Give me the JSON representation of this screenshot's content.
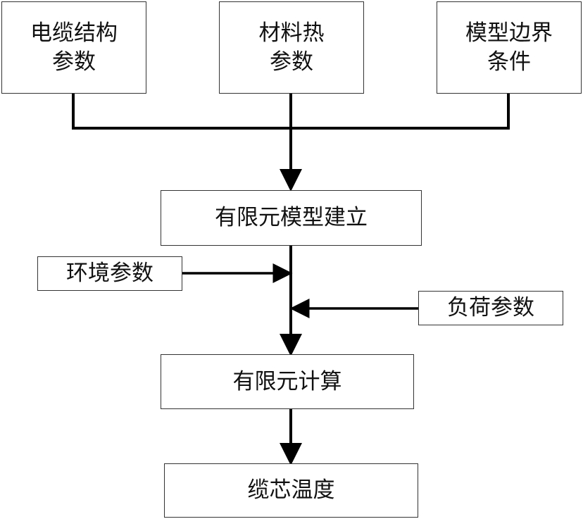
{
  "diagram": {
    "inputs": {
      "cable_structure": [
        "电缆结构",
        "参数"
      ],
      "material_thermal": [
        "材料热",
        "参数"
      ],
      "model_boundary": [
        "模型边界",
        "条件"
      ]
    },
    "fem_model": "有限元模型建立",
    "environment": "环境参数",
    "load": "负荷参数",
    "fem_calc": "有限元计算",
    "core_temp": "缆芯温度"
  }
}
